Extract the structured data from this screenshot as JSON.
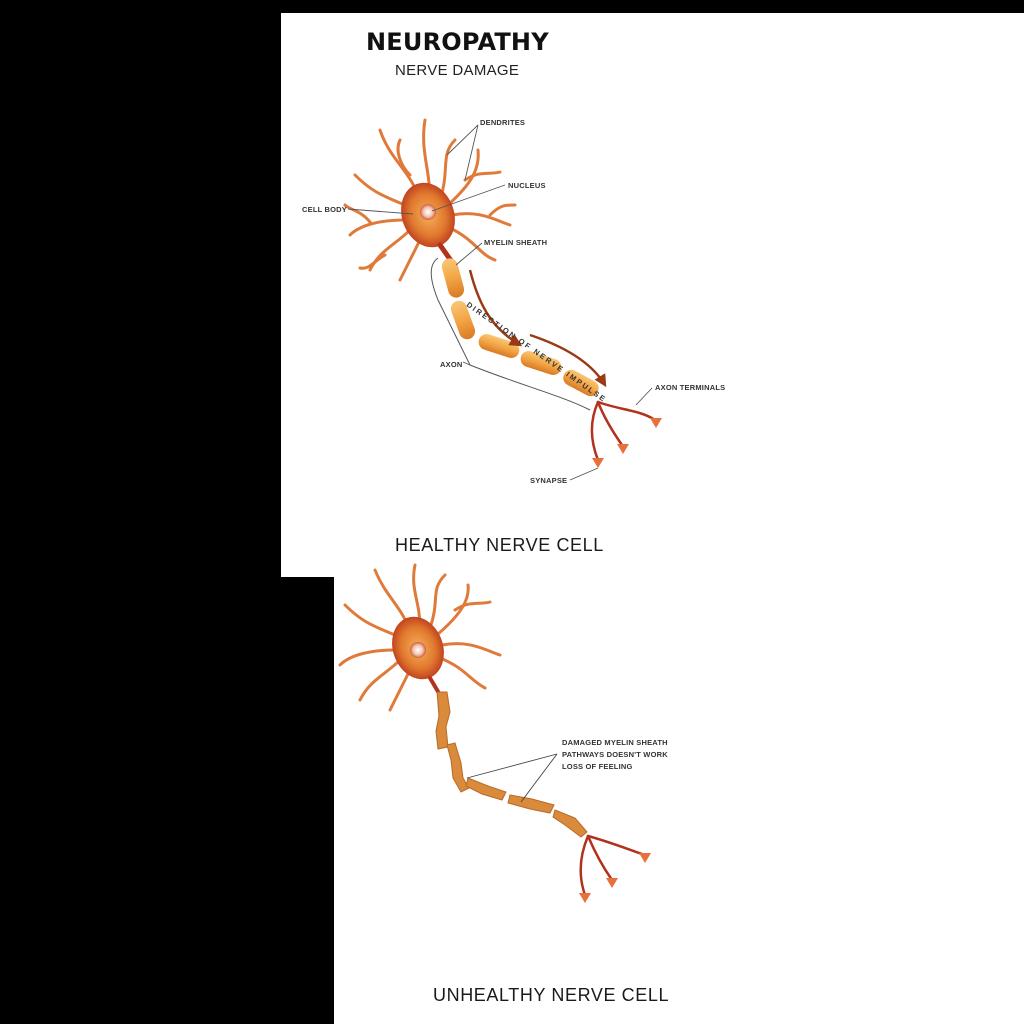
{
  "header": {
    "title": "NEUROPATHY",
    "subtitle": "NERVE DAMAGE"
  },
  "healthy_cell": {
    "caption": "HEALTHY NERVE CELL",
    "labels": {
      "dendrites": "DENDRITES",
      "nucleus": "NUCLEUS",
      "cell_body": "CELL BODY",
      "myelin_sheath": "MYELIN SHEATH",
      "direction": "DIRECTION OF NERVE IMPULSE",
      "axon": "AXON",
      "axon_terminals": "AXON TERMINALS",
      "synapse": "SYNAPSE"
    }
  },
  "unhealthy_cell": {
    "caption": "UNHEALTHY NERVE CELL",
    "notes": [
      "DAMAGED MYELIN SHEATH",
      "PATHWAYS DOESN'T WORK",
      "LOSS OF FEELING"
    ]
  },
  "colors": {
    "background": "#000000",
    "panel": "#ffffff",
    "dendrite": "#e07a3a",
    "cell_body": "#d4561f",
    "axon": "#b3321e",
    "myelin": "#f0a04a",
    "label_line": "#555555"
  }
}
